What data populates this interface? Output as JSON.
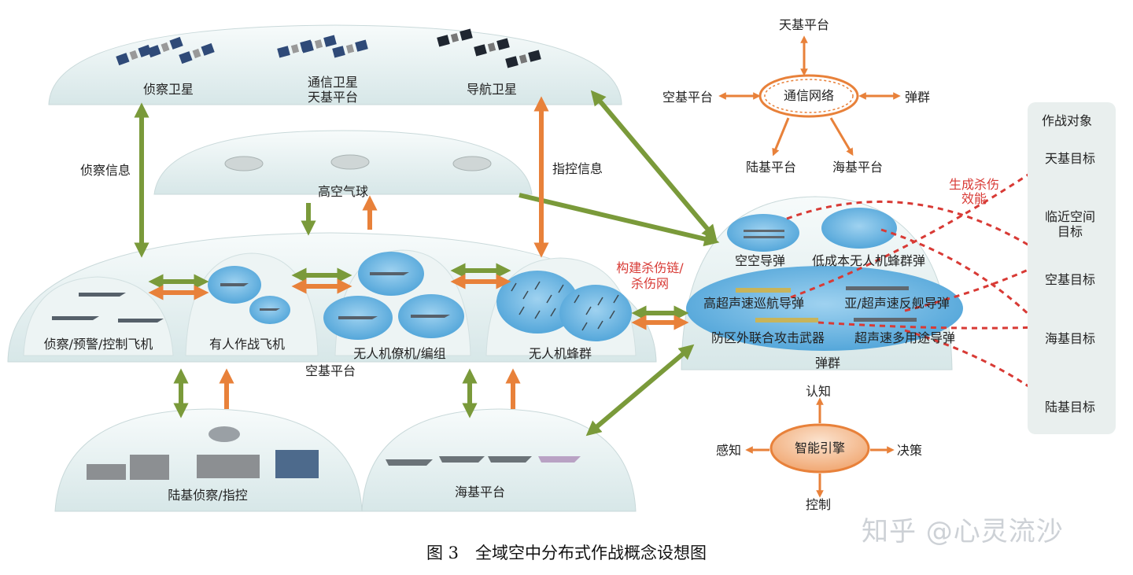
{
  "layers": {
    "space": {
      "items": [
        "侦察卫星",
        "通信卫星\n天基平台",
        "导航卫星"
      ]
    },
    "balloon": {
      "label": "高空气球"
    },
    "air": {
      "label": "空基平台",
      "groups": [
        "侦察/预警/控制飞机",
        "有人作战飞机",
        "无人机僚机/编组",
        "无人机蜂群"
      ]
    },
    "ground": {
      "label": "陆基侦察/指控"
    },
    "sea": {
      "label": "海基平台"
    }
  },
  "links": {
    "recon_info": "侦察信息",
    "command_info": "指控信息",
    "kill_chain": "构建杀伤链/\n杀伤网",
    "damage_effect": "生成杀伤\n效能"
  },
  "network": {
    "center": "通信网络",
    "nodes": {
      "top": "天基平台",
      "left": "空基平台",
      "right": "弹群",
      "bottom_left": "陆基平台",
      "bottom_right": "海基平台"
    }
  },
  "weapons": {
    "group_label": "弹群",
    "items": [
      "空空导弹",
      "低成本无人机蜂群弹",
      "高超声速巡航导弹",
      "亚/超声速反舰导弹",
      "防区外联合攻击武器",
      "超声速多用途导弹"
    ]
  },
  "targets": {
    "title": "作战对象",
    "items": [
      "天基目标",
      "临近空间\n目标",
      "空基目标",
      "海基目标",
      "陆基目标"
    ]
  },
  "engine": {
    "center": "智能引擎",
    "nodes": {
      "top": "认知",
      "left": "感知",
      "right": "决策",
      "bottom": "控制"
    }
  },
  "caption": "图 3　全域空中分布式作战概念设想图",
  "watermark": "知乎 @心灵流沙",
  "colors": {
    "green": "#7a9a3a",
    "orange": "#e8813a",
    "red": "#d83a35",
    "bubble": "#6cb5e3",
    "dome": "#e6f0f0"
  }
}
